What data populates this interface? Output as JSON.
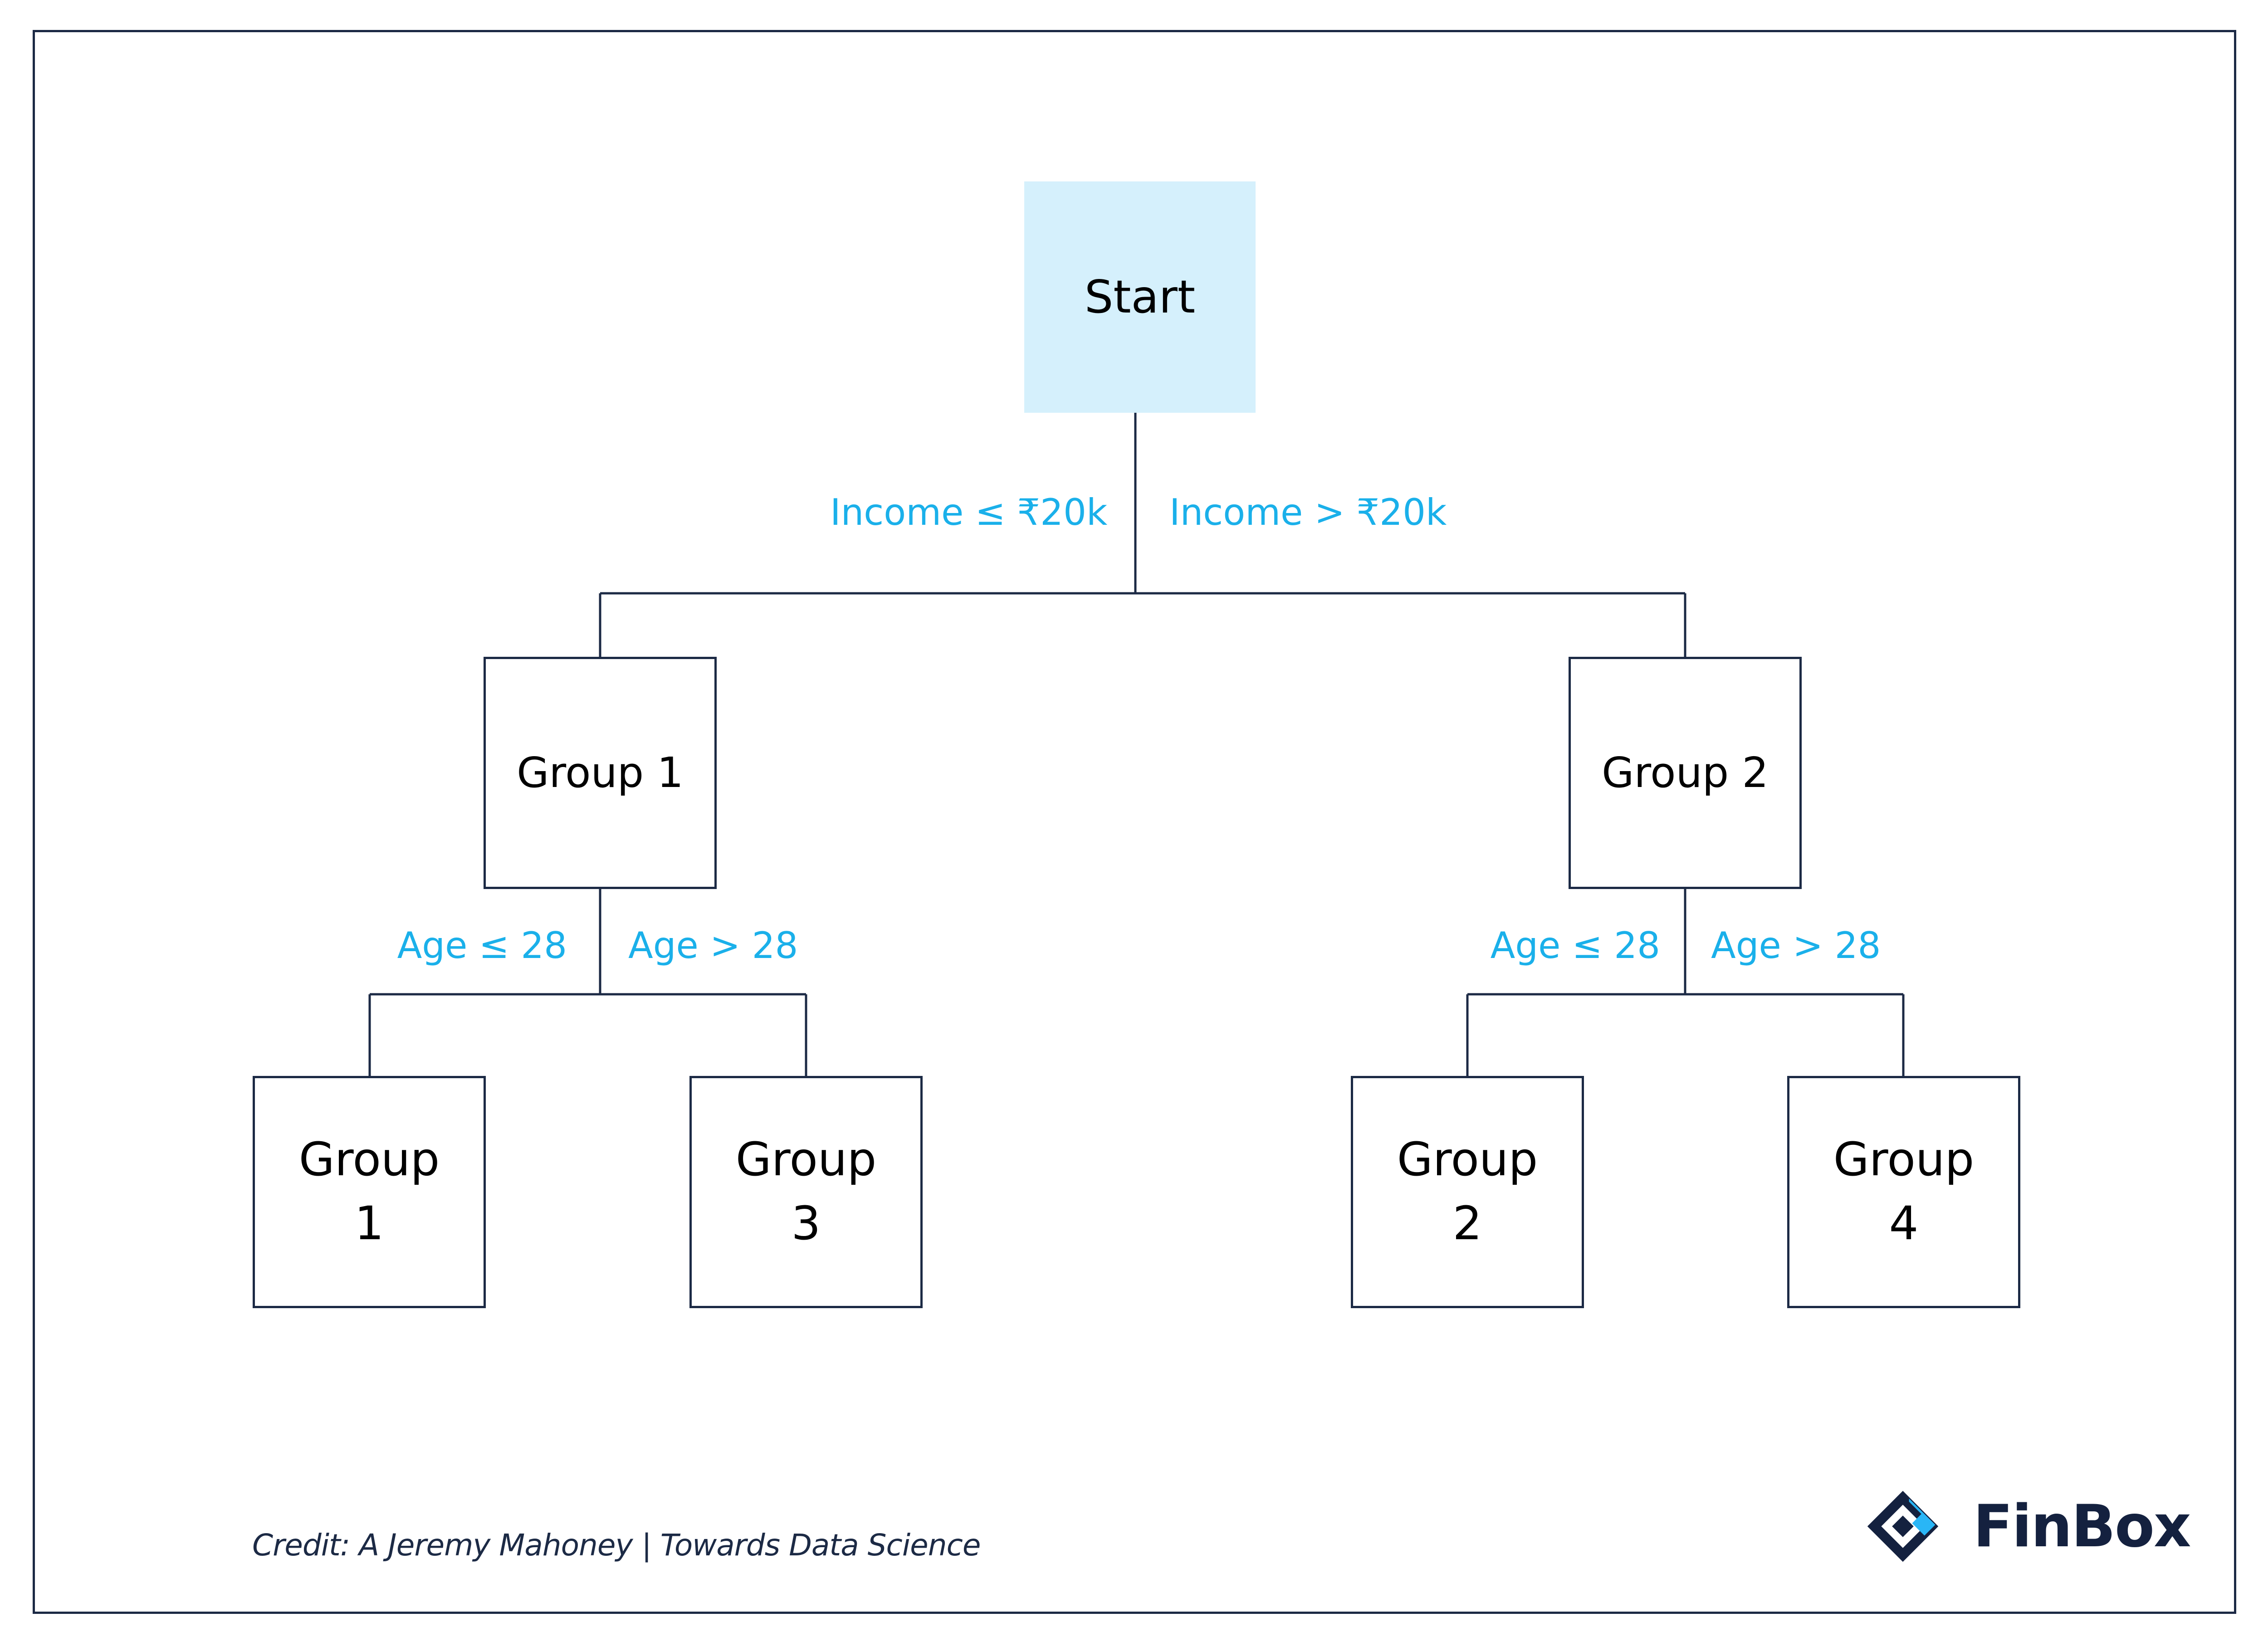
{
  "diagram": {
    "nodes": {
      "start": "Start",
      "group1": "Group 1",
      "group2": "Group 2",
      "leaf_group1": "Group\n1",
      "leaf_group3": "Group\n3",
      "leaf_group2": "Group\n2",
      "leaf_group4": "Group\n4"
    },
    "conditions": {
      "income_low": "Income  ≤  ₹20k",
      "income_high": "Income > ₹20k",
      "g1_age_low": "Age  ≤  28",
      "g1_age_high": "Age > 28",
      "g2_age_low": "Age ≤ 28",
      "g2_age_high": "Age > 28"
    }
  },
  "footer": {
    "credit": "Credit: A Jeremy Mahoney  | Towards Data Science",
    "brand_name": "FinBox",
    "logo_icon": "finbox-logo-icon"
  },
  "colors": {
    "border": "#1c2a45",
    "condition_text": "#1ab0ea",
    "start_fill": "#d5f0fc",
    "brand": "#14213f",
    "logo_accent": "#29b6f6"
  }
}
